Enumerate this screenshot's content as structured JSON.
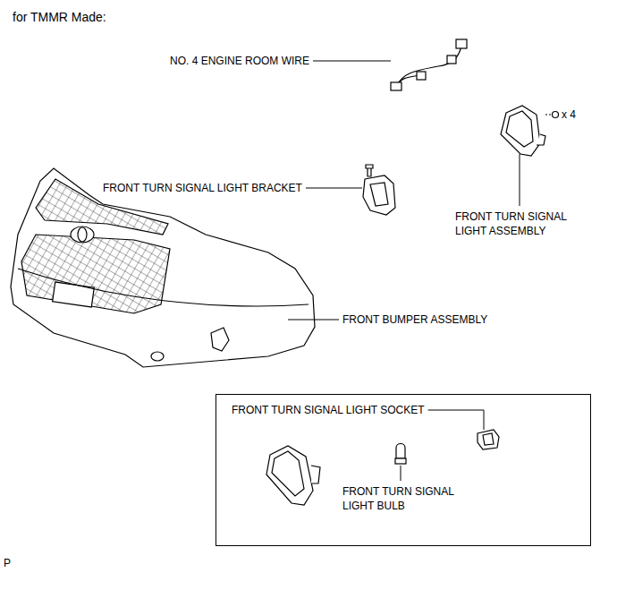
{
  "diagram": {
    "title": "for TMMR Made:",
    "nodes": [
      {
        "text": [
          "FRONT TURN SIGNAL LIGHT SOCKET",
          "FRONT TURN SIGNAL LIGHT BULB"
        ]
      }
    ],
    "labels": [
      "NO. 4 ENGINE ROOM WIRE",
      "x 4",
      "FRONT TURN SIGNAL LIGHT BRACKET",
      "FRONT TURN SIGNAL LIGHT ASSEMBLY",
      "FRONT BUMPER ASSEMBLY",
      "P"
    ]
  }
}
